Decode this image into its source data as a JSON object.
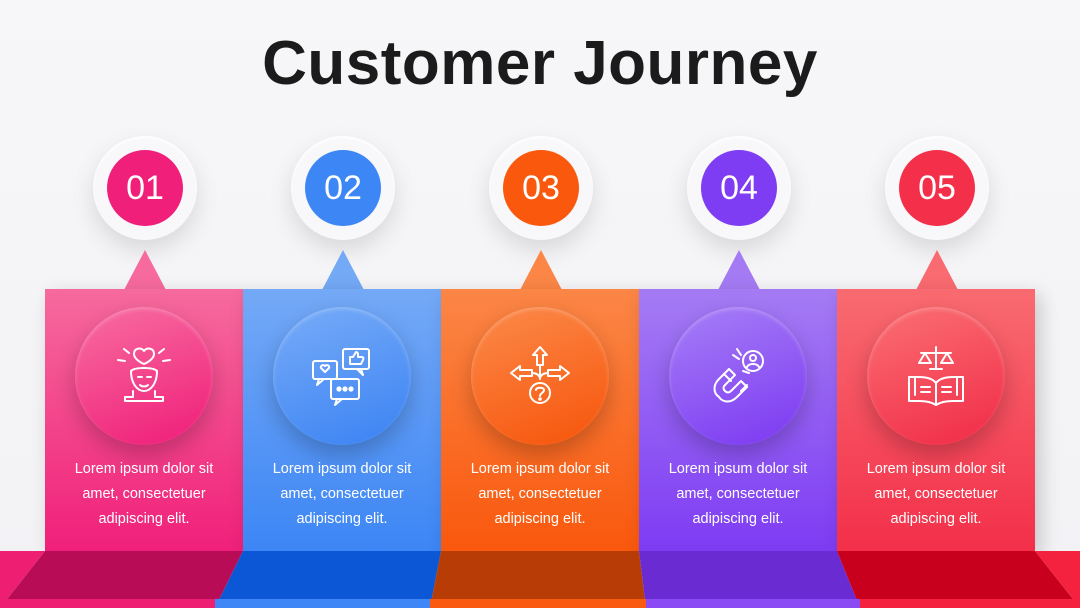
{
  "title": "Customer Journey",
  "steps": [
    {
      "number": "01",
      "text_l1": "Lorem ipsum dolor sit",
      "text_l2": "amet, consectetuer",
      "text_l3": "adipiscing elit.",
      "icon": "thinking-head-icon",
      "color": "#f0207a",
      "color_light": "#f66a9d",
      "color_dark": "#b80d56"
    },
    {
      "number": "02",
      "text_l1": "Lorem ipsum dolor sit",
      "text_l2": "amet, consectetuer",
      "text_l3": "adipiscing elit.",
      "icon": "chat-feedback-icon",
      "color": "#3d86f5",
      "color_light": "#74a9f6",
      "color_dark": "#0b57d6"
    },
    {
      "number": "03",
      "text_l1": "Lorem ipsum dolor sit",
      "text_l2": "amet, consectetuer",
      "text_l3": "adipiscing elit.",
      "icon": "direction-choice-icon",
      "color": "#f9580d",
      "color_light": "#fb8646",
      "color_dark": "#b73c06"
    },
    {
      "number": "04",
      "text_l1": "Lorem ipsum dolor sit",
      "text_l2": "amet, consectetuer",
      "text_l3": "adipiscing elit.",
      "icon": "magnet-user-icon",
      "color": "#7e3cf3",
      "color_light": "#a57bf4",
      "color_dark": "#6a2bd3"
    },
    {
      "number": "05",
      "text_l1": "Lorem ipsum dolor sit",
      "text_l2": "amet, consectetuer",
      "text_l3": "adipiscing elit.",
      "icon": "law-book-icon",
      "color": "#f32f4a",
      "color_light": "#f96b70",
      "color_dark": "#c8001d"
    }
  ]
}
